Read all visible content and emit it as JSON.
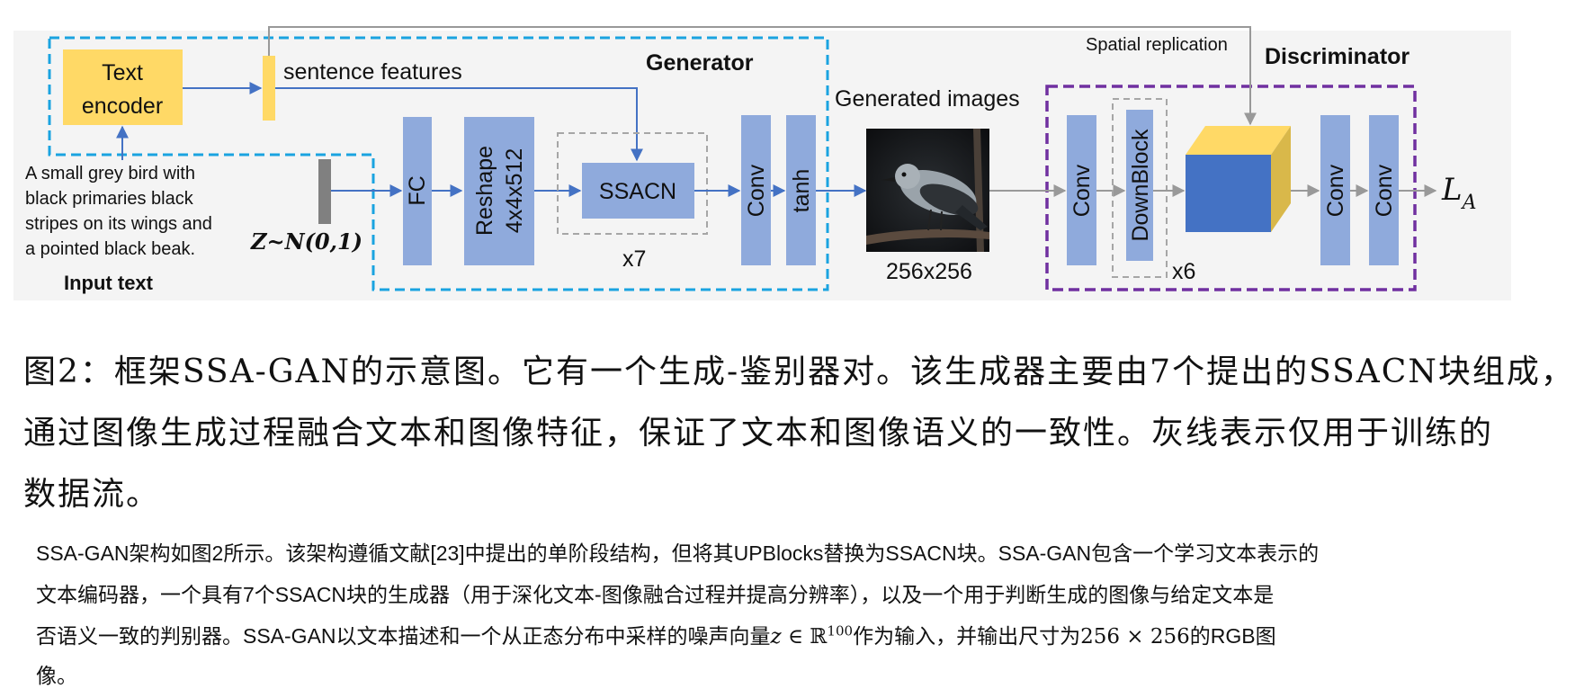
{
  "diagram": {
    "generator_label": "Generator",
    "discriminator_label": "Discriminator",
    "text_encoder": [
      "Text",
      "encoder"
    ],
    "sentence_features": "sentence features",
    "spatial_replication": "Spatial replication",
    "input_text_lines": [
      "A small grey bird with",
      "black primaries black",
      "stripes on its wings and",
      "a pointed black beak."
    ],
    "input_text_label": "Input text",
    "noise_label": "Z~N(0,1)",
    "fc": "FC",
    "reshape": [
      "Reshape",
      "4x4x512"
    ],
    "ssacn": "SSACN",
    "x7": "x7",
    "conv": "Conv",
    "tanh": "tanh",
    "generated_images": "Generated images",
    "size_label": "256x256",
    "downblock": "DownBlock",
    "x6": "x6",
    "loss": "L",
    "loss_sub": "A",
    "colors": {
      "generator_border": "#1aa3e0",
      "discriminator_border": "#7030a0",
      "block": "#8faadc",
      "encoder": "#ffd966",
      "arrow_blue": "#4472c4",
      "arrow_gray": "#999999",
      "cube_front": "#4472c4",
      "cube_top": "#ffd966"
    }
  },
  "caption": {
    "lines": [
      "图2：框架SSA-GAN的示意图。它有一个生成-鉴别器对。该生成器主要由7个提出的SSACN块组成，",
      "通过图像生成过程融合文本和图像特征，保证了文本和图像语义的一致性。灰线表示仅用于训练的",
      "数据流。"
    ]
  },
  "body": {
    "line1": "SSA-GAN架构如图2所示。该架构遵循文献[23]中提出的单阶段结构，但将其UPBlocks替换为SSACN块。SSA-GAN包含一个学习文本表示的",
    "line2": "文本编码器，一个具有7个SSACN块的生成器（用于深化文本-图像融合过程并提高分辨率），以及一个用于判断生成的图像与给定文本是",
    "line3_pre": "否语义一致的判别器。SSA-GAN以文本描述和一个从正态分布中采样的噪声向量",
    "line3_math_z": "z",
    "line3_math_in": " ∈ ℝ",
    "line3_math_exp": "100",
    "line3_mid": "作为输入，并输出尺寸为",
    "line3_math_size": "256 × 256",
    "line3_post": "的RGB图",
    "line4": "像。"
  }
}
